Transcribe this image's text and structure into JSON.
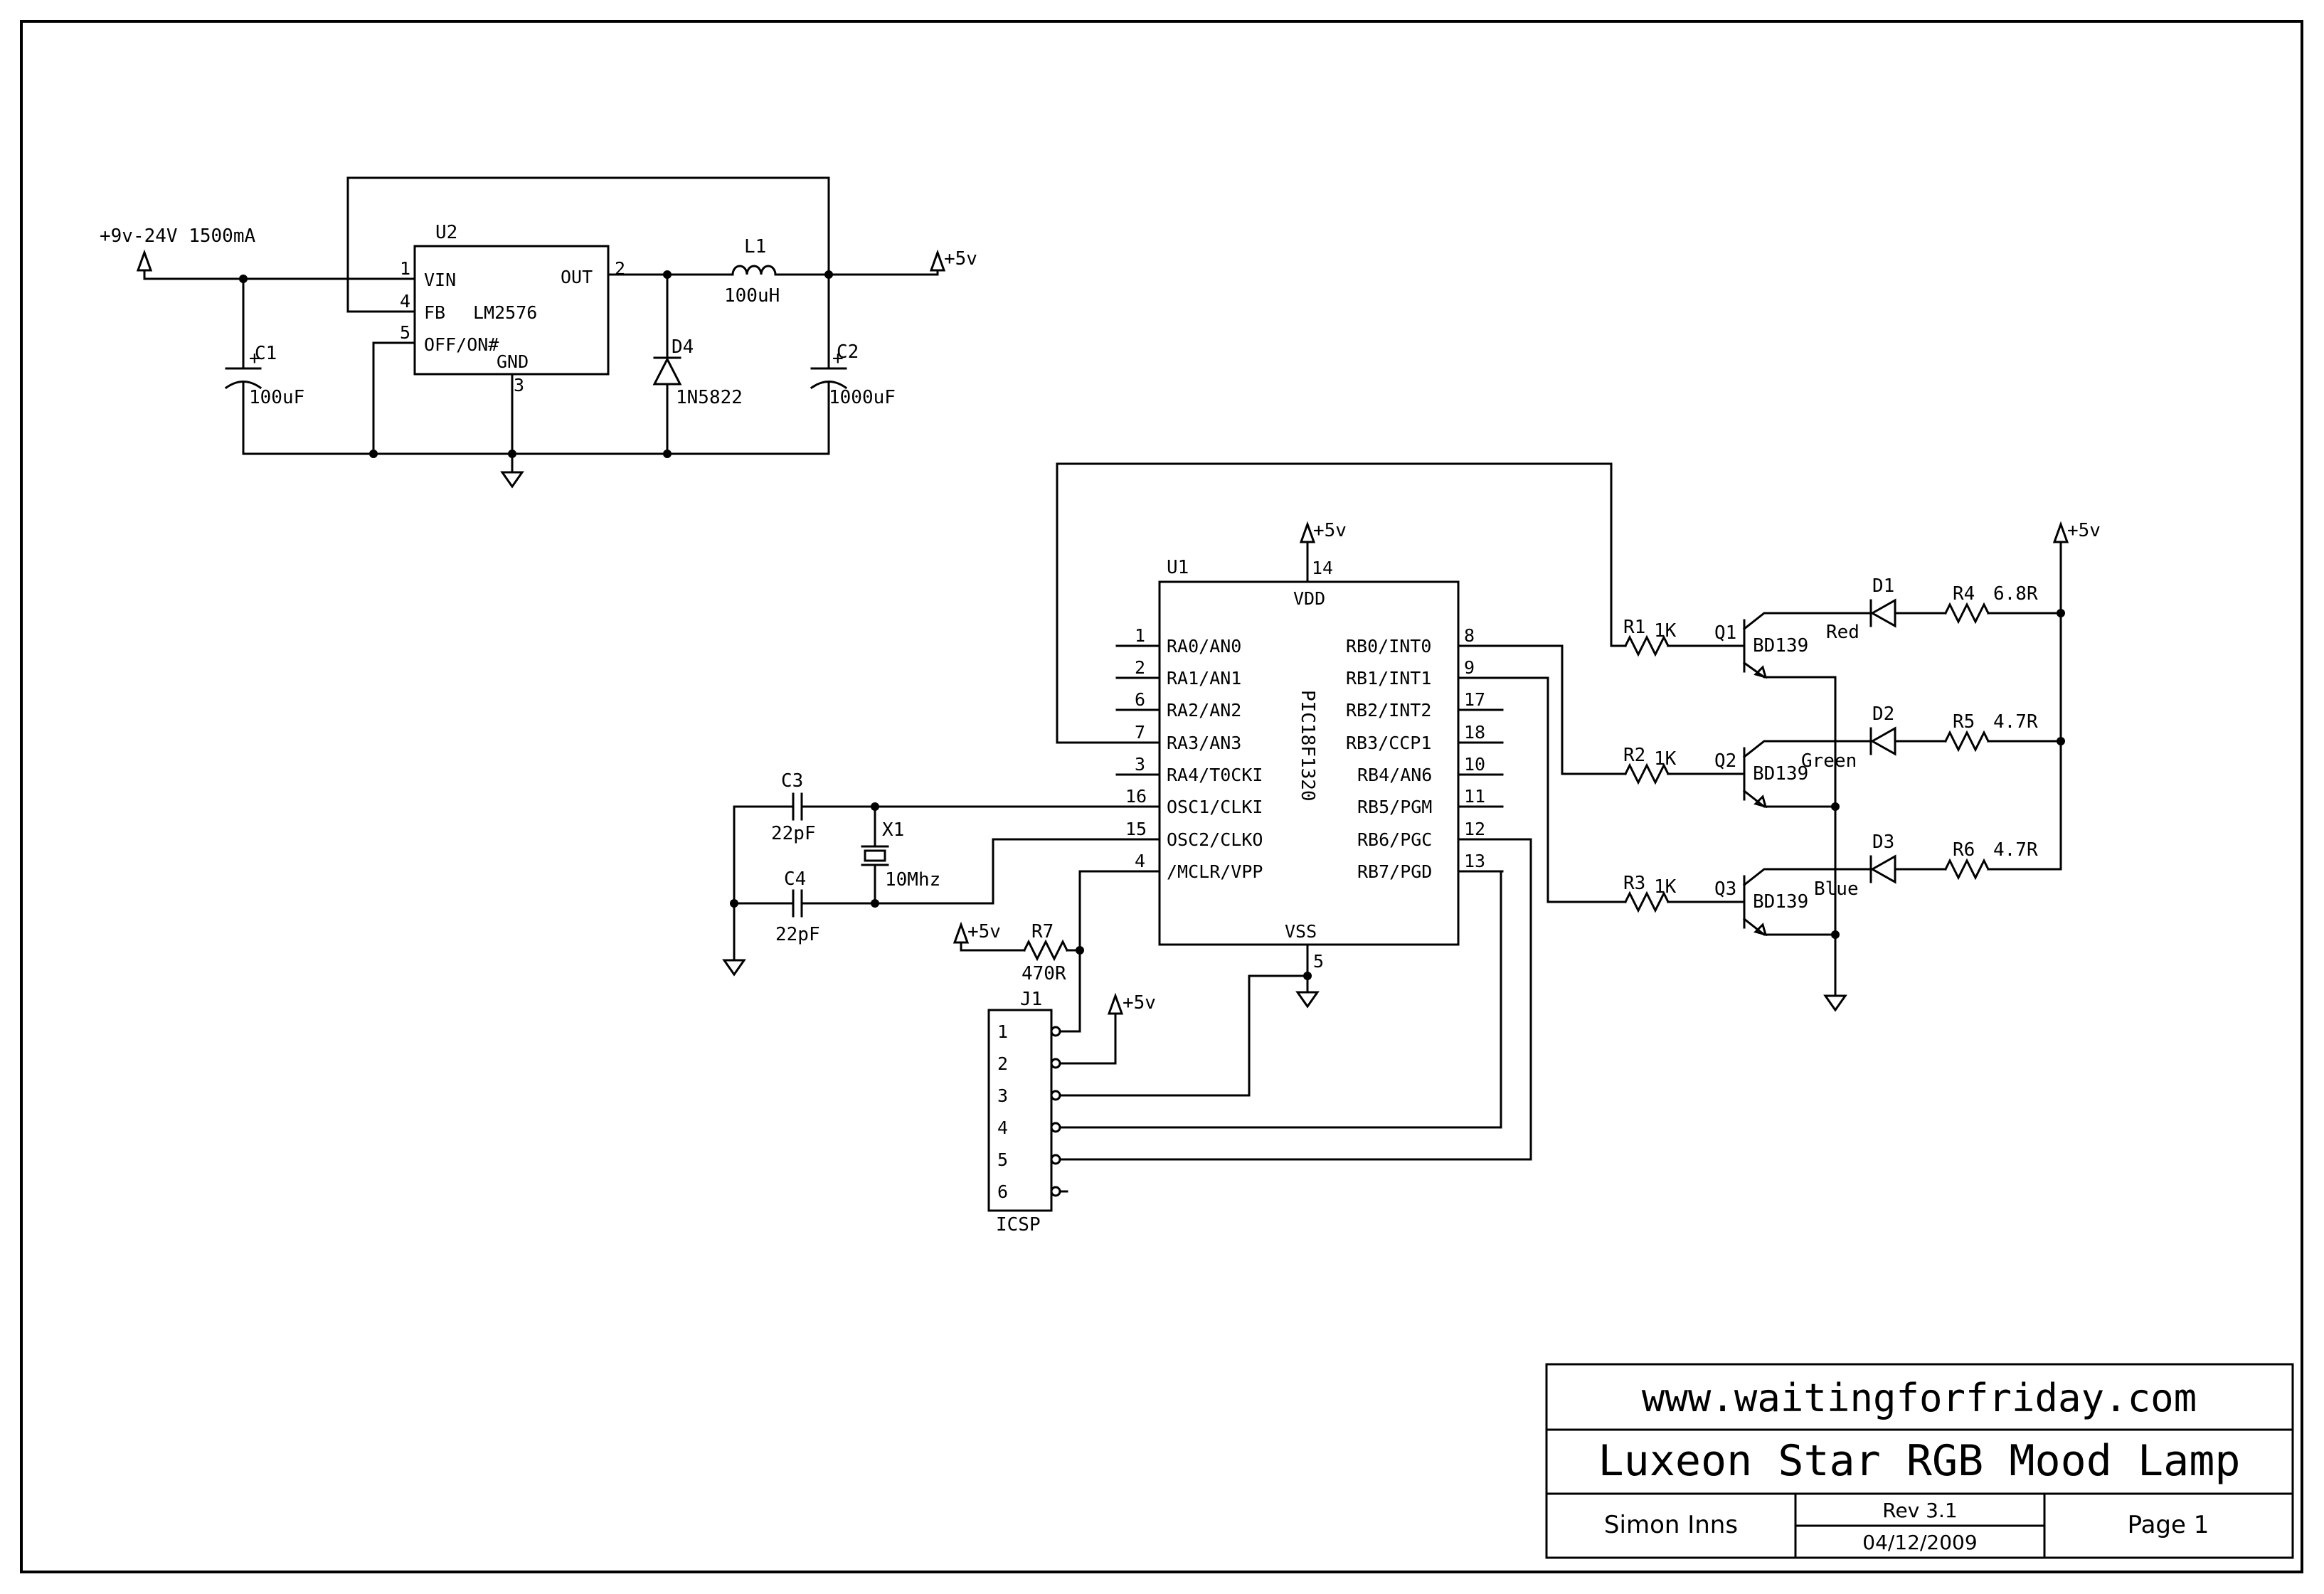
{
  "power": {
    "input": "+9v-24V 1500mA",
    "vcc": "+5v"
  },
  "u2": {
    "ref": "U2",
    "part": "LM2576",
    "pins": {
      "vin": "VIN",
      "fb": "FB",
      "off": "OFF/ON#",
      "out": "OUT",
      "gnd": "GND"
    },
    "nums": {
      "p1": "1",
      "p2": "2",
      "p3": "3",
      "p4": "4",
      "p5": "5"
    }
  },
  "l1": {
    "ref": "L1",
    "value": "100uH"
  },
  "c1": {
    "ref": "C1",
    "value": "100uF"
  },
  "c2": {
    "ref": "C2",
    "value": "1000uF"
  },
  "d4": {
    "ref": "D4",
    "value": "1N5822"
  },
  "u1": {
    "ref": "U1",
    "part": "PIC18F1320",
    "vdd": "VDD",
    "vss": "VSS",
    "vdd_num": "14",
    "vss_num": "5",
    "left": [
      {
        "num": "1",
        "name": "RA0/AN0"
      },
      {
        "num": "2",
        "name": "RA1/AN1"
      },
      {
        "num": "6",
        "name": "RA2/AN2"
      },
      {
        "num": "7",
        "name": "RA3/AN3"
      },
      {
        "num": "3",
        "name": "RA4/T0CKI"
      },
      {
        "num": "16",
        "name": "OSC1/CLKI"
      },
      {
        "num": "15",
        "name": "OSC2/CLKO"
      },
      {
        "num": "4",
        "name": "/MCLR/VPP"
      }
    ],
    "right": [
      {
        "num": "8",
        "name": "RB0/INT0"
      },
      {
        "num": "9",
        "name": "RB1/INT1"
      },
      {
        "num": "17",
        "name": "RB2/INT2"
      },
      {
        "num": "18",
        "name": "RB3/CCP1"
      },
      {
        "num": "10",
        "name": "RB4/AN6"
      },
      {
        "num": "11",
        "name": "RB5/PGM"
      },
      {
        "num": "12",
        "name": "RB6/PGC"
      },
      {
        "num": "13",
        "name": "RB7/PGD"
      }
    ]
  },
  "osc": {
    "c3": {
      "ref": "C3",
      "value": "22pF"
    },
    "c4": {
      "ref": "C4",
      "value": "22pF"
    },
    "x1": {
      "ref": "X1",
      "value": "10Mhz"
    }
  },
  "r7": {
    "ref": "R7",
    "value": "470R"
  },
  "j1": {
    "ref": "J1",
    "label": "ICSP",
    "pins": [
      "1",
      "2",
      "3",
      "4",
      "5",
      "6"
    ]
  },
  "drivers": [
    {
      "r": "R1",
      "rv": "1K",
      "q": "Q1",
      "qv": "BD139",
      "d": "D1",
      "color": "Red",
      "rl": "R4",
      "rlv": "6.8R"
    },
    {
      "r": "R2",
      "rv": "1K",
      "q": "Q2",
      "qv": "BD139",
      "d": "D2",
      "color": "Green",
      "rl": "R5",
      "rlv": "4.7R"
    },
    {
      "r": "R3",
      "rv": "1K",
      "q": "Q3",
      "qv": "BD139",
      "d": "D3",
      "color": "Blue",
      "rl": "R6",
      "rlv": "4.7R"
    }
  ],
  "title_block": {
    "url": "www.waitingforfriday.com",
    "title": "Luxeon Star RGB Mood Lamp",
    "author": "Simon Inns",
    "rev": "Rev 3.1",
    "date": "04/12/2009",
    "page": "Page 1"
  }
}
